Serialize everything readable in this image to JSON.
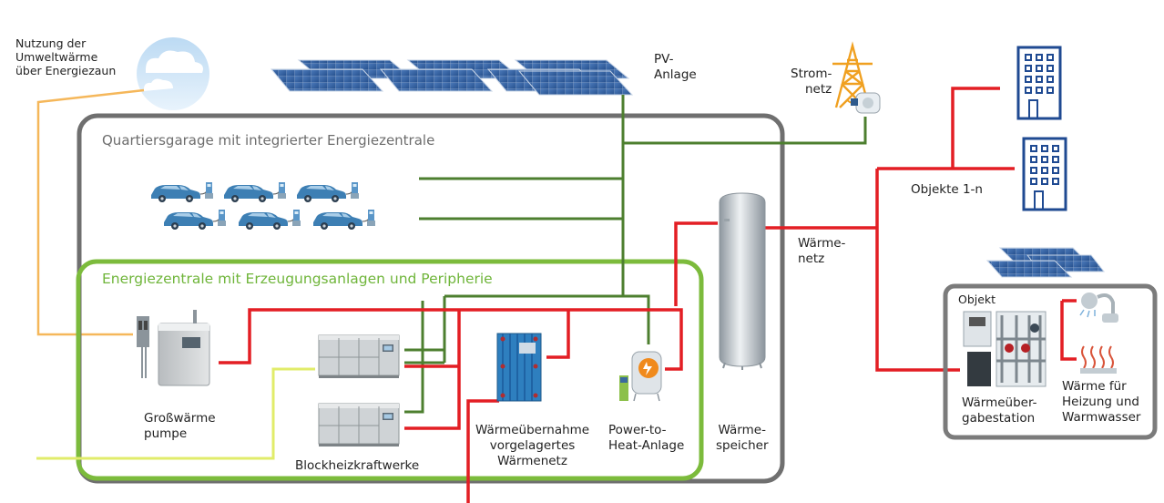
{
  "labels": {
    "umweltwaerme": [
      "Nutzung der",
      "Umweltwärme",
      "über Energiezaun"
    ],
    "pv": [
      "PV-",
      "Anlage"
    ],
    "stromnetz": [
      "Strom-",
      "netz"
    ],
    "objekte": "Objekte 1-n",
    "quartiersgarage": "Quartiersgarage mit integrierter Energiezentrale",
    "energiezentrale": "Energiezentrale mit Erzeugungsanlagen und Peripherie",
    "grosswaermepumpe": [
      "Großwärme",
      "pumpe"
    ],
    "bhkw": "Blockheizkraftwerke",
    "waermeuebernahme": [
      "Wärmeübernahme",
      "vorgelagertes",
      "Wärmenetz"
    ],
    "power_to_heat": [
      "Power-to-",
      "Heat-Anlage"
    ],
    "waermespeicher": [
      "Wärme-",
      "speicher"
    ],
    "waermenetz": [
      "Wärme-",
      "netz"
    ],
    "objekt": "Objekt",
    "uebergabestation": [
      "Wärmeüber-",
      "gabestation"
    ],
    "waerme_heizung": [
      "Wärme für",
      "Heizung und",
      "Warmwasser"
    ]
  },
  "colors": {
    "strom_line": "#4d7f2f",
    "waerme_line": "#e31e24",
    "umwelt_line": "#f5b75a",
    "gas_line": "#e1ec6a",
    "garage_border": "#6f6f6f",
    "zentrale_border": "#7cbb3c",
    "solar_panel": "#2f5c9e",
    "building": "#1f4a92",
    "car": "#3d7fb4"
  },
  "icons": {
    "cloud": "cloud-icon",
    "pylon": "power-pylon-icon",
    "plug": "plug-icon",
    "building": "building-icon",
    "car": "electric-car-icon",
    "heat_pump": "heat-pump-icon",
    "chp": "chp-unit-icon",
    "heat_exchanger": "heat-exchanger-icon",
    "p2h": "power-to-heat-icon",
    "tank": "storage-tank-icon",
    "shower": "shower-icon",
    "radiator": "radiator-heat-icon"
  }
}
